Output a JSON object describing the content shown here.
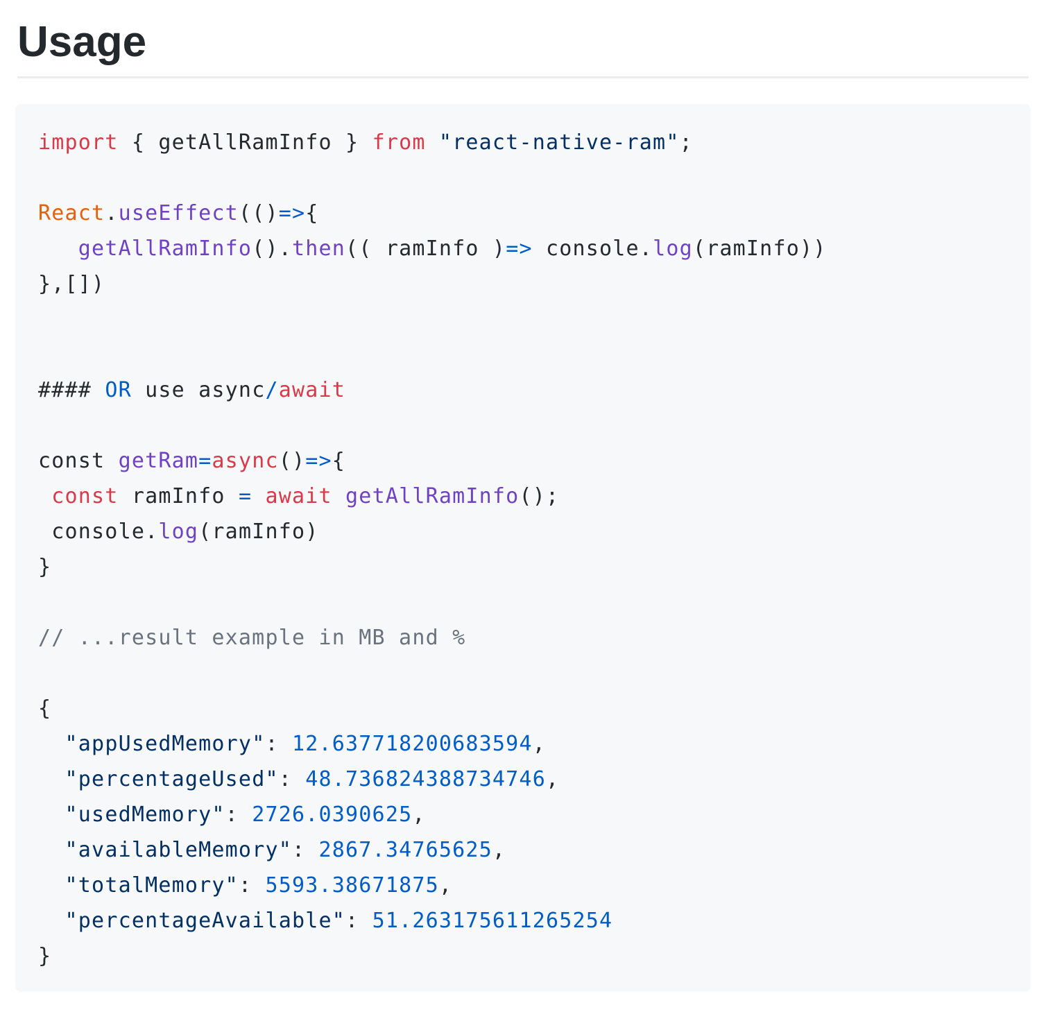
{
  "page": {
    "title": "Usage"
  },
  "colors": {
    "page_background": "#ffffff",
    "default_text": "#24292e",
    "divider": "#eaecef",
    "code_background": "#f6f8fa",
    "keyword_red": "#d73a49",
    "function_purple": "#6f42c1",
    "operator_blue": "#005cc5",
    "string_navy": "#032f62",
    "class_orange": "#e36209",
    "comment_gray": "#6a737d",
    "number_blue": "#005cc5"
  },
  "code_block": {
    "language": "javascript",
    "lines": [
      [
        {
          "c": "red",
          "t": "import"
        },
        {
          "c": "fg",
          "t": " { getAllRamInfo } "
        },
        {
          "c": "red",
          "t": "from"
        },
        {
          "c": "fg",
          "t": " "
        },
        {
          "c": "navy",
          "t": "\"react-native-ram\""
        },
        {
          "c": "fg",
          "t": ";"
        }
      ],
      [],
      [
        {
          "c": "orange",
          "t": "React"
        },
        {
          "c": "fg",
          "t": "."
        },
        {
          "c": "purple",
          "t": "useEffect"
        },
        {
          "c": "fg",
          "t": "(()"
        },
        {
          "c": "blue",
          "t": "=>"
        },
        {
          "c": "fg",
          "t": "{"
        }
      ],
      [
        {
          "c": "fg",
          "t": "   "
        },
        {
          "c": "purple",
          "t": "getAllRamInfo"
        },
        {
          "c": "fg",
          "t": "()."
        },
        {
          "c": "purple",
          "t": "then"
        },
        {
          "c": "fg",
          "t": "(( ramInfo )"
        },
        {
          "c": "blue",
          "t": "=>"
        },
        {
          "c": "fg",
          "t": " console."
        },
        {
          "c": "purple",
          "t": "log"
        },
        {
          "c": "fg",
          "t": "(ramInfo))"
        }
      ],
      [
        {
          "c": "fg",
          "t": "},[])"
        }
      ],
      [],
      [],
      [
        {
          "c": "fg",
          "t": "#### "
        },
        {
          "c": "blue",
          "t": "OR"
        },
        {
          "c": "fg",
          "t": " use async"
        },
        {
          "c": "blue",
          "t": "/"
        },
        {
          "c": "red",
          "t": "await"
        }
      ],
      [],
      [
        {
          "c": "fg",
          "t": "const "
        },
        {
          "c": "purple",
          "t": "getRam"
        },
        {
          "c": "blue",
          "t": "="
        },
        {
          "c": "red",
          "t": "async"
        },
        {
          "c": "fg",
          "t": "()"
        },
        {
          "c": "blue",
          "t": "=>"
        },
        {
          "c": "fg",
          "t": "{"
        }
      ],
      [
        {
          "c": "fg",
          "t": " "
        },
        {
          "c": "red",
          "t": "const"
        },
        {
          "c": "fg",
          "t": " ramInfo "
        },
        {
          "c": "blue",
          "t": "="
        },
        {
          "c": "fg",
          "t": " "
        },
        {
          "c": "red",
          "t": "await"
        },
        {
          "c": "fg",
          "t": " "
        },
        {
          "c": "purple",
          "t": "getAllRamInfo"
        },
        {
          "c": "fg",
          "t": "();"
        }
      ],
      [
        {
          "c": "fg",
          "t": " console."
        },
        {
          "c": "purple",
          "t": "log"
        },
        {
          "c": "fg",
          "t": "(ramInfo)"
        }
      ],
      [
        {
          "c": "fg",
          "t": "}"
        }
      ],
      [],
      [
        {
          "c": "gray",
          "t": "// ...result example in MB and %"
        }
      ],
      [],
      [
        {
          "c": "fg",
          "t": "{"
        }
      ],
      [
        {
          "c": "fg",
          "t": "  "
        },
        {
          "c": "navy",
          "t": "\"appUsedMemory\""
        },
        {
          "c": "fg",
          "t": ": "
        },
        {
          "c": "num",
          "t": "12.637718200683594"
        },
        {
          "c": "fg",
          "t": ","
        }
      ],
      [
        {
          "c": "fg",
          "t": "  "
        },
        {
          "c": "navy",
          "t": "\"percentageUsed\""
        },
        {
          "c": "fg",
          "t": ": "
        },
        {
          "c": "num",
          "t": "48.736824388734746"
        },
        {
          "c": "fg",
          "t": ","
        }
      ],
      [
        {
          "c": "fg",
          "t": "  "
        },
        {
          "c": "navy",
          "t": "\"usedMemory\""
        },
        {
          "c": "fg",
          "t": ": "
        },
        {
          "c": "num",
          "t": "2726.0390625"
        },
        {
          "c": "fg",
          "t": ","
        }
      ],
      [
        {
          "c": "fg",
          "t": "  "
        },
        {
          "c": "navy",
          "t": "\"availableMemory\""
        },
        {
          "c": "fg",
          "t": ": "
        },
        {
          "c": "num",
          "t": "2867.34765625"
        },
        {
          "c": "fg",
          "t": ","
        }
      ],
      [
        {
          "c": "fg",
          "t": "  "
        },
        {
          "c": "navy",
          "t": "\"totalMemory\""
        },
        {
          "c": "fg",
          "t": ": "
        },
        {
          "c": "num",
          "t": "5593.38671875"
        },
        {
          "c": "fg",
          "t": ","
        }
      ],
      [
        {
          "c": "fg",
          "t": "  "
        },
        {
          "c": "navy",
          "t": "\"percentageAvailable\""
        },
        {
          "c": "fg",
          "t": ": "
        },
        {
          "c": "num",
          "t": "51.263175611265254"
        }
      ],
      [
        {
          "c": "fg",
          "t": "}"
        }
      ]
    ]
  }
}
